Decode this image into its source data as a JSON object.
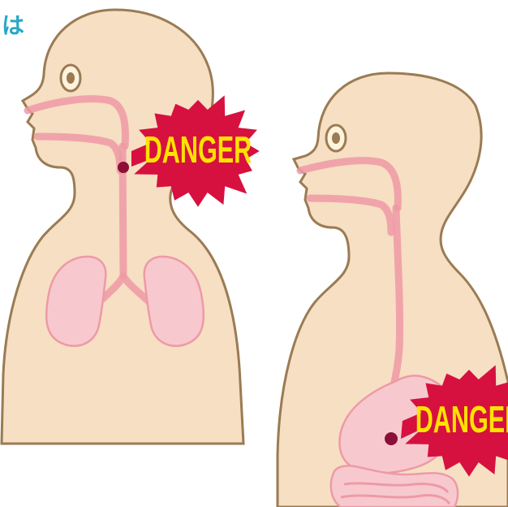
{
  "corner_text": "は",
  "warnings": [
    {
      "label": "DANGER",
      "location": "airway"
    },
    {
      "label": "DANGER",
      "location": "stomach"
    }
  ],
  "colors": {
    "skin": "#f6dfc3",
    "outline": "#9a7b53",
    "organ_fill": "#f7c9cf",
    "organ_line": "#ee9aa6",
    "burst_fill": "#d6113f",
    "burst_text": "#ffe200",
    "object_dot": "#8c0f37",
    "corner_text": "#2aa7c6"
  }
}
